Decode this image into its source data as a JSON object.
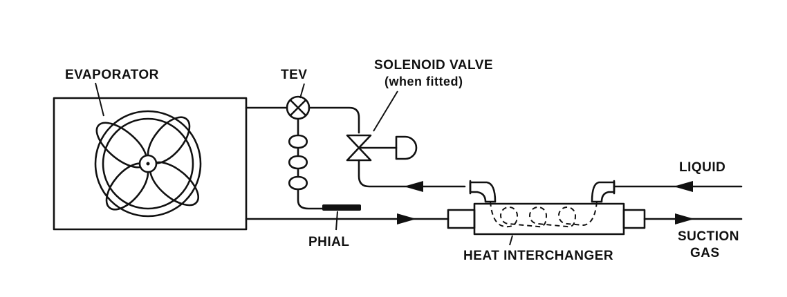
{
  "labels": {
    "evaporator": "EVAPORATOR",
    "tev": "TEV",
    "solenoid_valve": "SOLENOID VALVE",
    "when_fitted": "(when fitted)",
    "phial": "PHIAL",
    "heat_interchanger": "HEAT INTERCHANGER",
    "liquid": "LIQUID",
    "suction": "SUCTION",
    "gas": "GAS"
  }
}
